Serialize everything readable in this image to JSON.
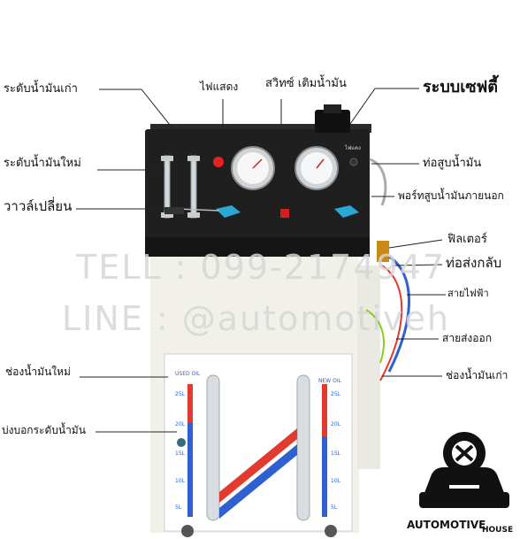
{
  "labels": {
    "old_oil_level": "ระดับน้ำมันเก่า",
    "indicator_light": "ไฟแสดง",
    "fill_switch": "สวิทซ์ เติมน้ำมัน",
    "safety_system": "ระบบเซฟตี้",
    "new_oil_level": "ระดับน้ำมันใหม่",
    "suction_pipe": "ท่อสูบน้ำมัน",
    "diverter_valve": "วาวล์เปลี่ยน",
    "external_suction_port": "พอร์ทสูบน้ำมันภายนอก",
    "filter": "ฟิลเตอร์",
    "return_pipe": "ท่อส่งกลับ",
    "power_cable": "สายไฟฟ้า",
    "outlet_hose": "สายส่งออก",
    "new_oil_tank": "ช่องน้ำมันใหม่",
    "old_oil_tank": "ช่องน้ำมันเก่า",
    "oil_level_gauge": "บ่งบอกระดับน้ำมัน"
  },
  "watermark": {
    "tel": "TELL : 099-2174947",
    "line": "LINE : @automotiveh"
  },
  "tank_scale": {
    "used_oil": "USED OIL",
    "new_oil": "NEW OIL",
    "ticks": [
      "25L",
      "20L",
      "15L",
      "10L",
      "5L"
    ]
  },
  "panel": {
    "small_label": "ไฟแดง"
  },
  "brand": {
    "name": "AUTOMOTIVE",
    "sub": "HOUSE"
  }
}
